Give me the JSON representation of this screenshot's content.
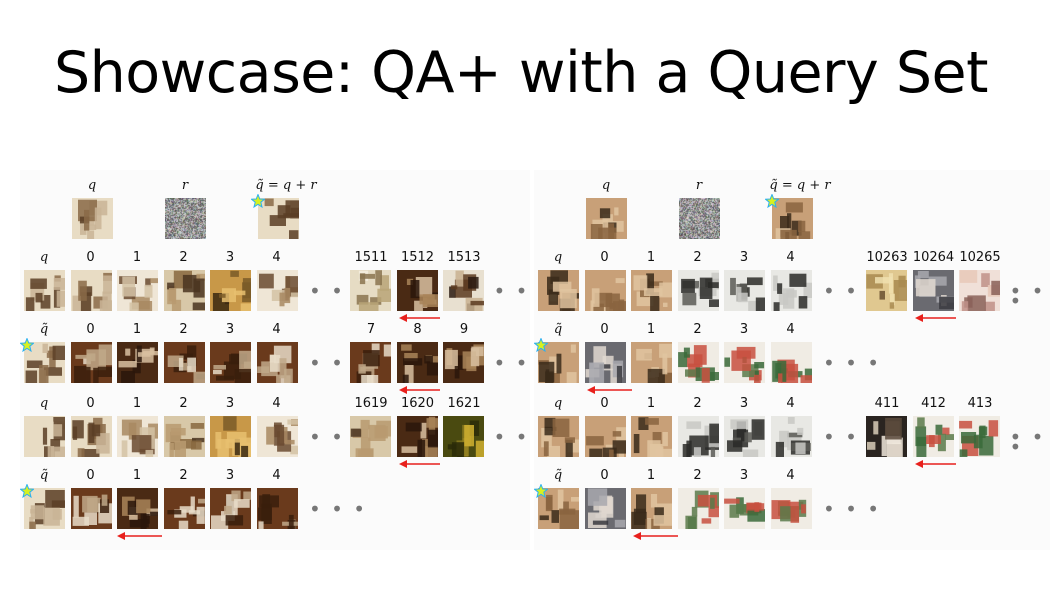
{
  "title": "Showcase: QA+ with a Query Set",
  "header_labels": {
    "q": "q",
    "r": "r",
    "qt": "q̃ = q + r"
  },
  "row_labels": {
    "q": "q",
    "qt": "q̃"
  },
  "indices": [
    "0",
    "1",
    "2",
    "3",
    "4"
  ],
  "left": {
    "rows": [
      {
        "kind": "q",
        "tail": [
          "1511",
          "1512",
          "1513"
        ]
      },
      {
        "kind": "qt",
        "tail": [
          "7",
          "8",
          "9"
        ]
      },
      {
        "kind": "q",
        "tail": [
          "1619",
          "1620",
          "1621"
        ]
      },
      {
        "kind": "qt",
        "tail": []
      }
    ]
  },
  "right": {
    "rows": [
      {
        "kind": "q",
        "tail": [
          "10263",
          "10264",
          "10265"
        ]
      },
      {
        "kind": "qt",
        "tail": []
      },
      {
        "kind": "q",
        "tail": [
          "411",
          "412",
          "413"
        ]
      },
      {
        "kind": "qt",
        "tail": []
      }
    ]
  },
  "colors": {
    "arrow": "#e8201c",
    "dots": "#777777",
    "star_fill": "#d8f020",
    "star_stroke": "#2ab0f0"
  }
}
